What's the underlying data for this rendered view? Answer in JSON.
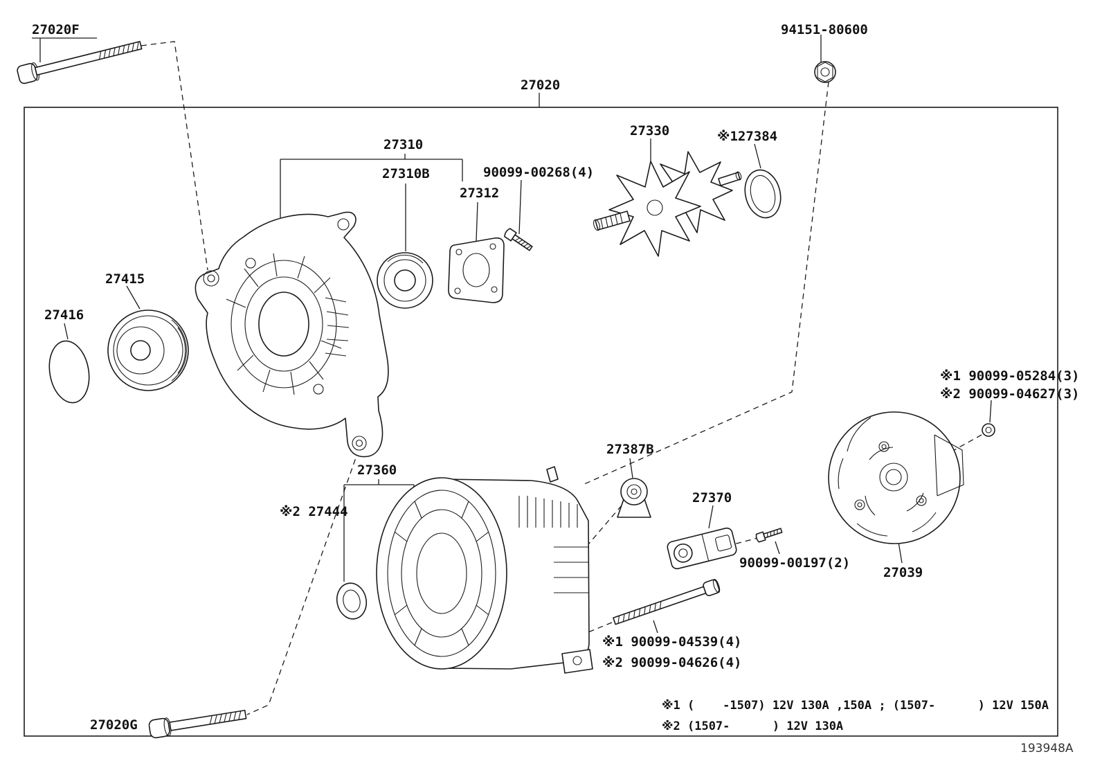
{
  "labels": {
    "l27020f": "27020F",
    "l94151": "94151-80600",
    "l27020": "27020",
    "l27310": "27310",
    "l27310b": "27310B",
    "l90099_00268": "90099-00268(4)",
    "l27312": "27312",
    "l27330": "27330",
    "l27384": "※127384",
    "l27415": "27415",
    "l27416": "27416",
    "l90099_05284": "※1 90099-05284(3)",
    "l90099_04627": "※2 90099-04627(3)",
    "l27387b": "27387B",
    "l27360": "27360",
    "l27444": "※2 27444",
    "l27370": "27370",
    "l90099_00197": "90099-00197(2)",
    "l27039": "27039",
    "l90099_04539": "※1 90099-04539(4)",
    "l90099_04626": "※2 90099-04626(4)",
    "l27020g": "27020G"
  },
  "notes": {
    "note1": "※1 (    -1507) 12V 130A ,150A ; (1507-      ) 12V 150A",
    "note2": "※2 (1507-      ) 12V 130A"
  },
  "diagram_code": "193948A",
  "colors": {
    "line": "#1a1a1a",
    "background": "#ffffff"
  }
}
